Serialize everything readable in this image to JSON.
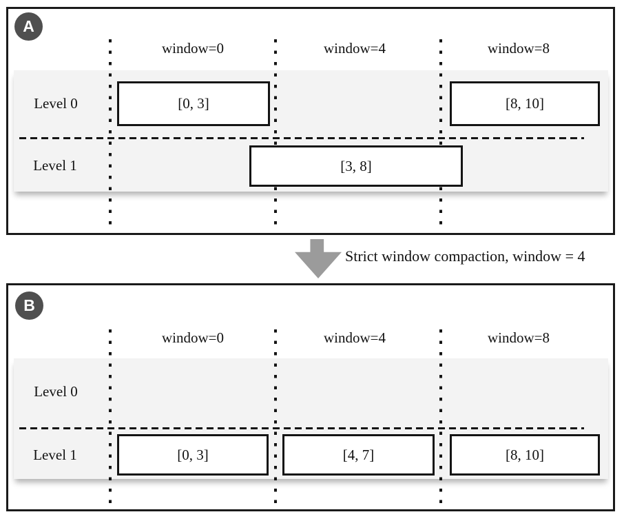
{
  "figure": {
    "panels": [
      {
        "badge": "A",
        "headers": [
          "window=0",
          "window=4",
          "window=8"
        ],
        "rows": [
          {
            "label": "Level 0"
          },
          {
            "label": "Level 1"
          }
        ],
        "boxes": [
          {
            "label": "[0, 3]",
            "level": "Level 0",
            "window": "window=0"
          },
          {
            "label": "[8, 10]",
            "level": "Level 0",
            "window": "window=8"
          },
          {
            "label": "[3, 8]",
            "level": "Level 1",
            "window": "window=0 to window=8"
          }
        ]
      },
      {
        "badge": "B",
        "headers": [
          "window=0",
          "window=4",
          "window=8"
        ],
        "rows": [
          {
            "label": "Level 0"
          },
          {
            "label": "Level 1"
          }
        ],
        "boxes": [
          {
            "label": "[0, 3]",
            "level": "Level 1",
            "window": "window=0"
          },
          {
            "label": "[4, 7]",
            "level": "Level 1",
            "window": "window=4"
          },
          {
            "label": "[8, 10]",
            "level": "Level 1",
            "window": "window=8"
          }
        ]
      }
    ],
    "transition": {
      "arrow_icon": "down-arrow",
      "label": "Strict window compaction, window = 4"
    },
    "colors": {
      "line": "#1a1a1a",
      "row_background": "#f3f3f3",
      "box_background": "#ffffff",
      "badge_background": "#4f4f4f",
      "badge_text": "#ffffff",
      "arrow": "#9b9b9b"
    }
  }
}
